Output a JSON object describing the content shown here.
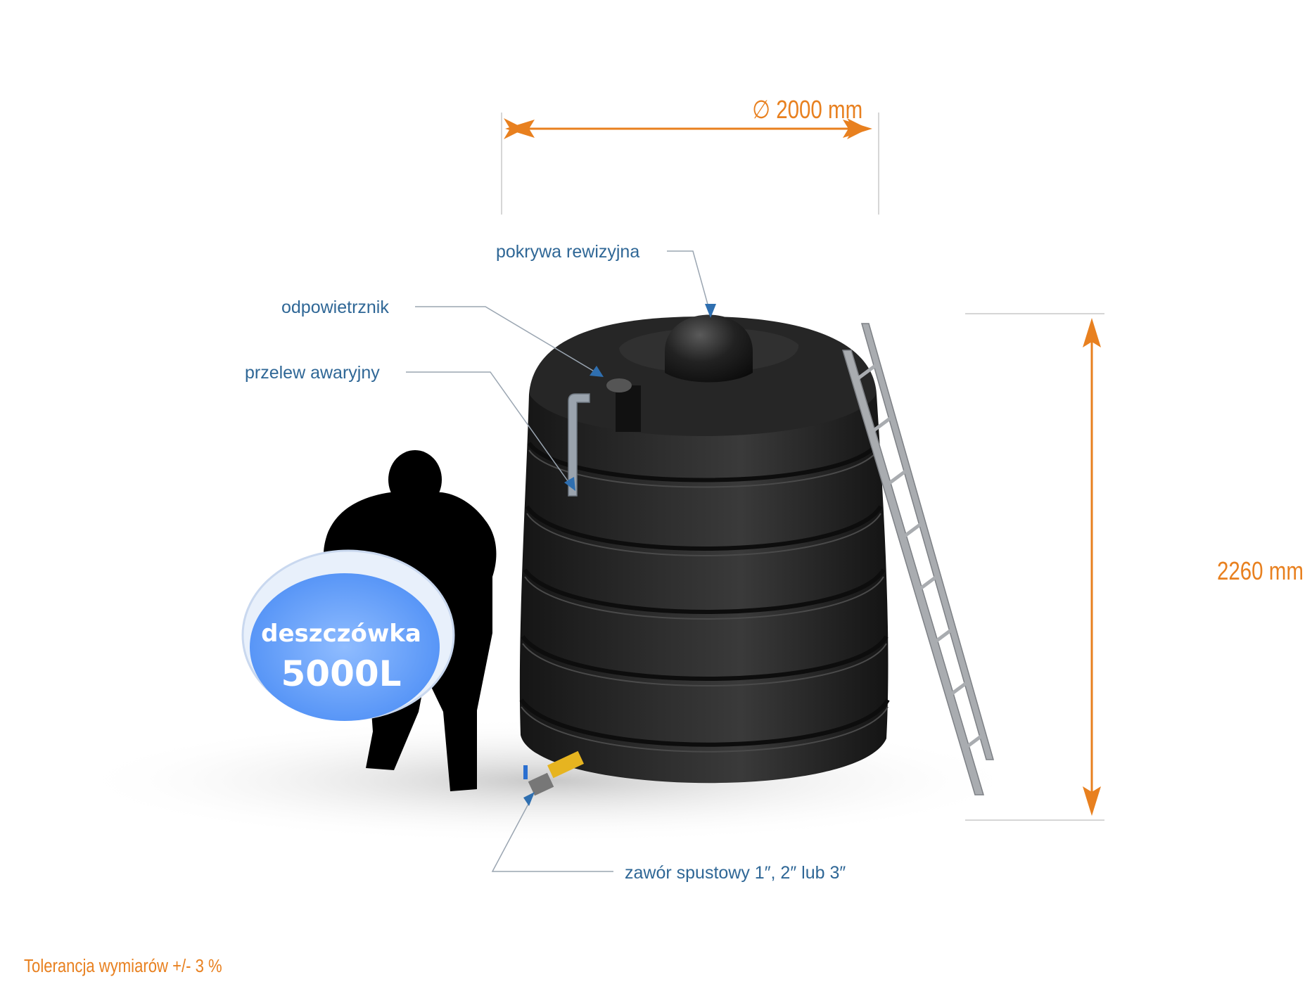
{
  "dimensions": {
    "diameter": "∅ 2000 mm",
    "height": "2260 mm"
  },
  "labels": {
    "cover": "pokrywa rewizyjna",
    "vent": "odpowietrznik",
    "overflow": "przelew awaryjny",
    "drain_valve": "zawór spustowy 1″, 2″ lub 3″"
  },
  "badge": {
    "line1": "deszczówka",
    "line2": "5000L"
  },
  "footer": {
    "tolerance": "Tolerancja wymiarów +/-  3 %"
  },
  "colors": {
    "accent_orange": "#e8801f",
    "label_blue": "#2f6796",
    "tank_black": "#1f1f1f",
    "badge_blue": "#6aa6ff"
  }
}
